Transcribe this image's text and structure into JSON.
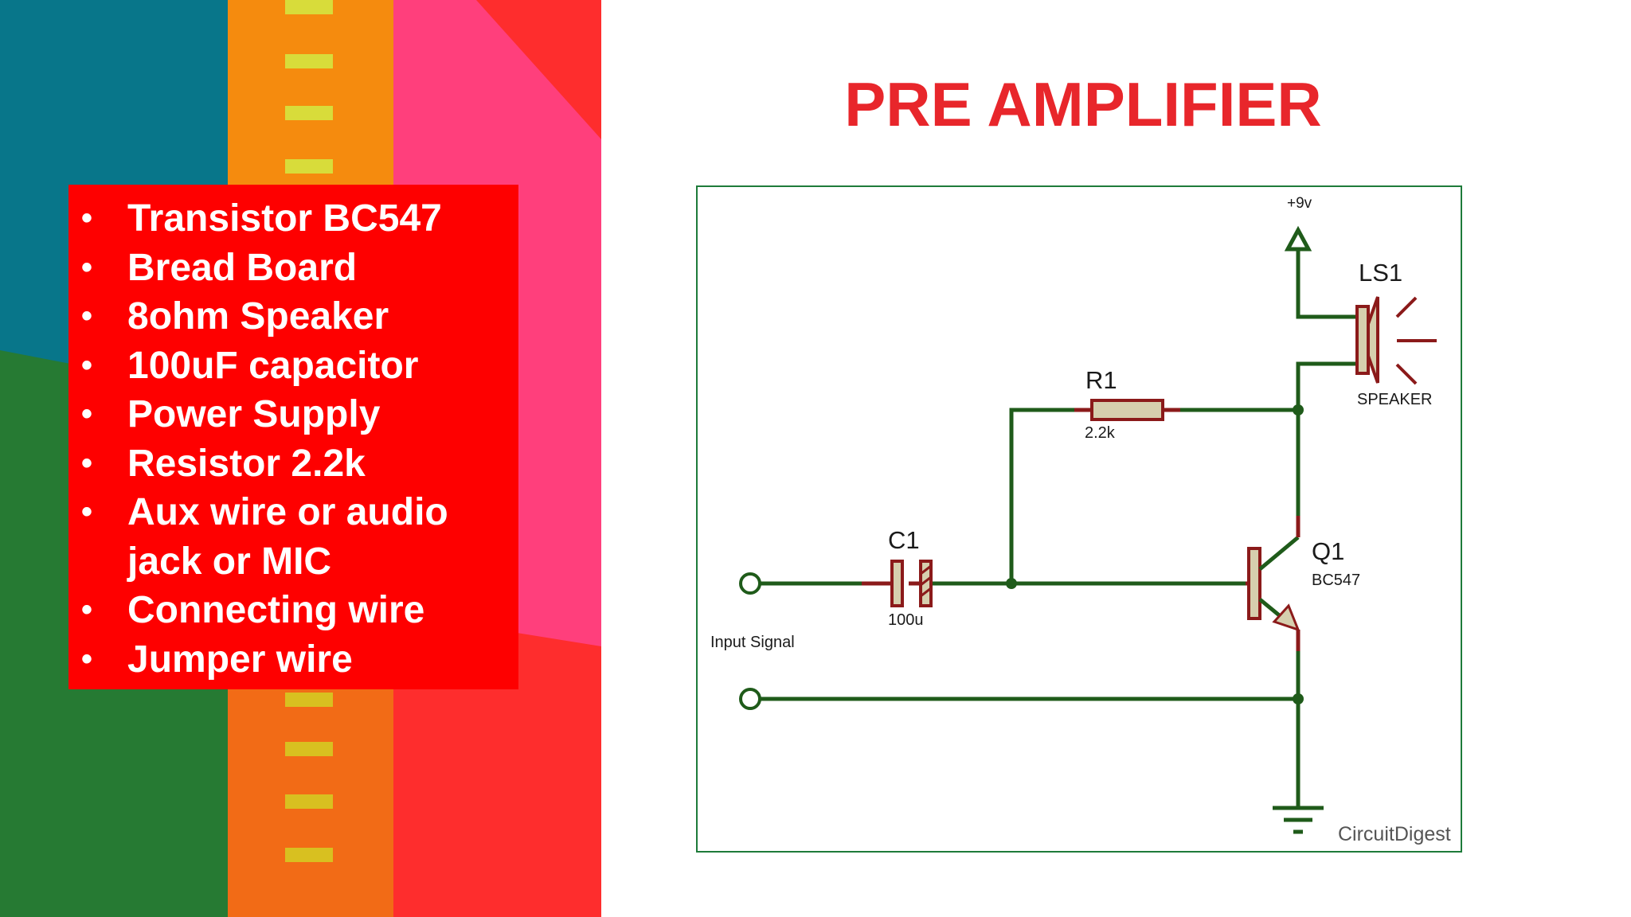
{
  "parts_list": {
    "items": [
      "Transistor BC547",
      "Bread Board",
      "8ohm Speaker",
      "100uF capacitor",
      "Power Supply",
      "Resistor 2.2k",
      "Aux wire or audio jack or MIC",
      "Connecting wire",
      "Jumper wire"
    ]
  },
  "title": "PRE AMPLIFIER",
  "schematic": {
    "supply_label": "+9v",
    "speaker": {
      "ref": "LS1",
      "type": "SPEAKER"
    },
    "resistor": {
      "ref": "R1",
      "value": "2.2k"
    },
    "capacitor": {
      "ref": "C1",
      "value": "100u"
    },
    "transistor": {
      "ref": "Q1",
      "part": "BC547"
    },
    "input_label": "Input Signal",
    "logo_text": "CircuitDigest"
  },
  "colors": {
    "title": "#e8262b",
    "parts_box": "#fe0000",
    "wire": "#1f5b1a",
    "component": "#8b1a1a",
    "component_fill": "#d6cfae",
    "frame": "#1e7b3a"
  }
}
